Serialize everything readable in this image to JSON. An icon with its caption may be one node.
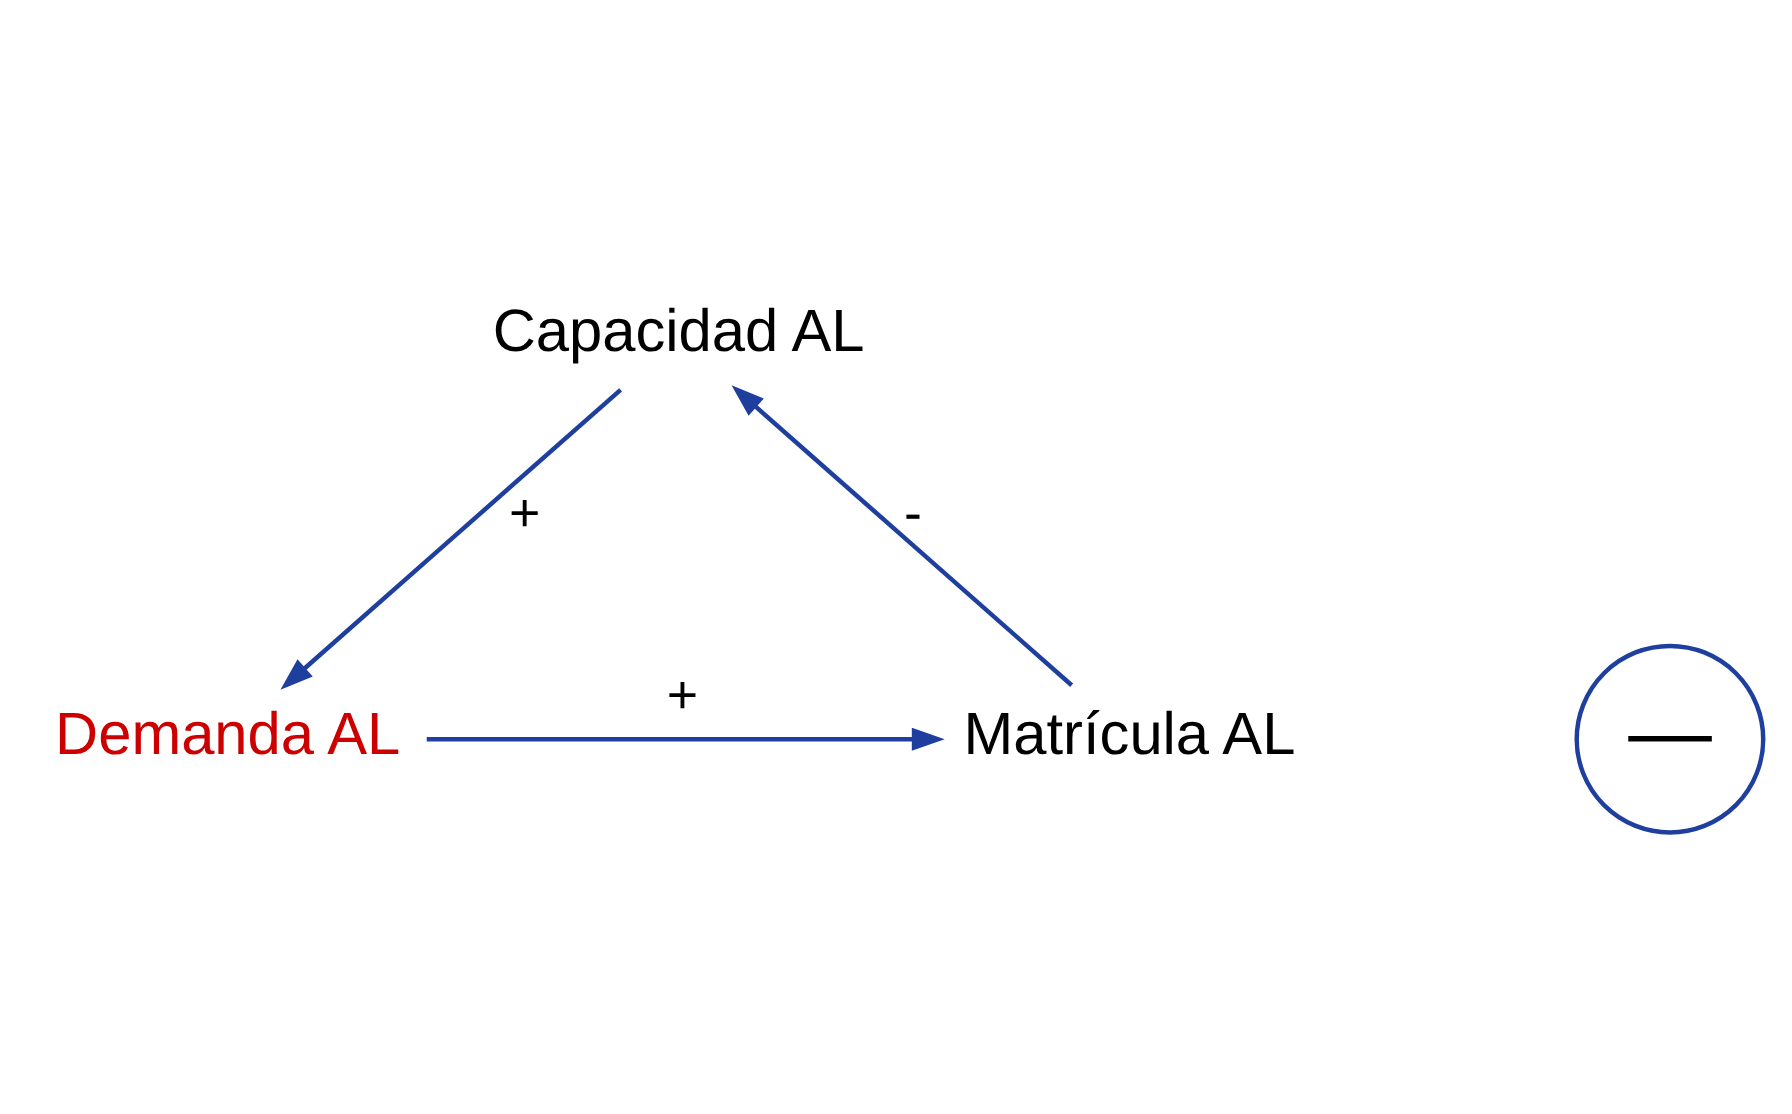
{
  "diagram": {
    "nodes": [
      {
        "text": [
          "Capacidad AL"
        ]
      },
      {
        "text": [
          "Matrícula AL"
        ]
      },
      {
        "text": [
          "Demanda AL"
        ]
      }
    ],
    "edges": [
      {
        "from": 0,
        "to": 2,
        "arrow": "to",
        "label": "+"
      },
      {
        "from": 2,
        "to": 1,
        "arrow": "to",
        "label": "+"
      },
      {
        "from": 1,
        "to": 0,
        "arrow": "to",
        "label": "-"
      }
    ],
    "labels": [
      "—"
    ]
  }
}
